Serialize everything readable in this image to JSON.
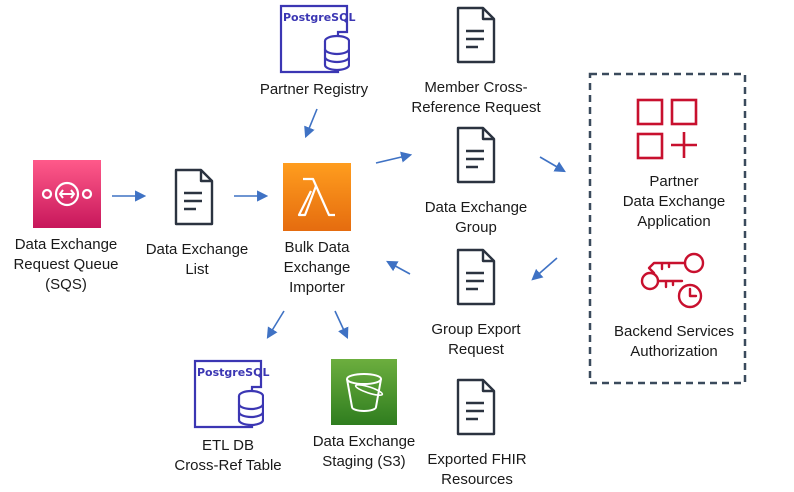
{
  "colors": {
    "arrow": "#3f72c4",
    "pg_outline": "#3b36b3",
    "doc_outline": "#2b3340",
    "sqs_top": "#ff5a8a",
    "sqs_bottom": "#c7175b",
    "lambda_top": "#ff9d1e",
    "lambda_bottom": "#e56c0f",
    "s3_top": "#6cae3e",
    "s3_bottom": "#2f7d1f",
    "app_red": "#c8102e",
    "dashed_border": "#3a4a5c"
  },
  "nodes": {
    "partner_registry": {
      "icon": "postgresql-icon",
      "icon_text": "PostgreSQL",
      "label": "Partner Registry"
    },
    "member_xref": {
      "icon": "document-icon",
      "label": "Member Cross-\nReference Request"
    },
    "sqs": {
      "icon": "sqs-icon",
      "label": "Data Exchange\nRequest Queue\n(SQS)"
    },
    "de_list": {
      "icon": "document-icon",
      "label": "Data Exchange\nList"
    },
    "importer": {
      "icon": "lambda-icon",
      "label": "Bulk Data\nExchange\nImporter"
    },
    "de_group": {
      "icon": "document-icon",
      "label": "Data Exchange\nGroup"
    },
    "group_export": {
      "icon": "document-icon",
      "label": "Group Export\nRequest"
    },
    "etl_db": {
      "icon": "postgresql-icon",
      "icon_text": "PostgreSQL",
      "label": "ETL DB\nCross-Ref Table"
    },
    "staging": {
      "icon": "s3-bucket-icon",
      "label": "Data Exchange\nStaging (S3)"
    },
    "fhir": {
      "icon": "document-icon",
      "label": "Exported FHIR\nResources"
    },
    "partner_app": {
      "icon": "application-grid-icon",
      "label": "Partner\nData Exchange\nApplication"
    },
    "backend_auth": {
      "icon": "keys-icon",
      "label": "Backend Services\nAuthorization"
    }
  },
  "edges": [
    {
      "from": "sqs",
      "to": "de_list"
    },
    {
      "from": "de_list",
      "to": "importer"
    },
    {
      "from": "partner_registry",
      "to": "importer"
    },
    {
      "from": "importer",
      "to": "de_group"
    },
    {
      "from": "de_group",
      "to": "partner_app"
    },
    {
      "from": "partner_app",
      "to": "group_export"
    },
    {
      "from": "group_export",
      "to": "importer"
    },
    {
      "from": "importer",
      "to": "etl_db"
    },
    {
      "from": "importer",
      "to": "staging"
    }
  ]
}
